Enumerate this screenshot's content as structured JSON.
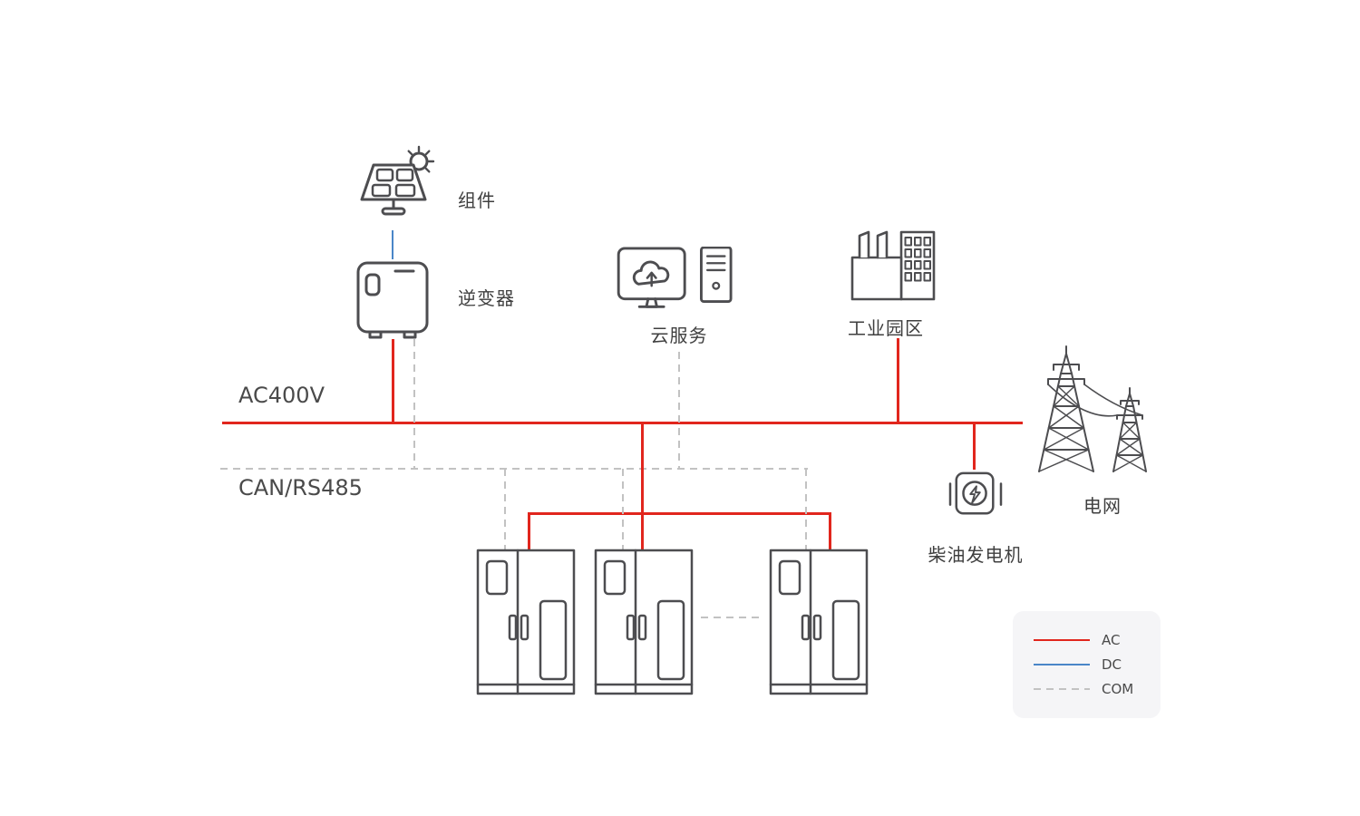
{
  "nodes": {
    "pv_module": {
      "label": "组件"
    },
    "inverter": {
      "label": "逆变器"
    },
    "cloud_service": {
      "label": "云服务"
    },
    "industrial_park": {
      "label": "工业园区"
    },
    "grid": {
      "label": "电网"
    },
    "diesel_generator": {
      "label": "柴油发电机"
    },
    "battery_cabinets": {
      "count": 3
    }
  },
  "buses": {
    "ac": {
      "label": "AC400V",
      "color": "#e1261d"
    },
    "com": {
      "label": "CAN/RS485",
      "color": "#c2c2c2"
    }
  },
  "legend": {
    "items": [
      {
        "label": "AC",
        "style": "solid",
        "color": "#e1261d"
      },
      {
        "label": "DC",
        "style": "solid",
        "color": "#4a86c8"
      },
      {
        "label": "COM",
        "style": "dashed",
        "color": "#c2c2c2"
      }
    ]
  },
  "colors": {
    "ac_line": "#e1261d",
    "dc_line": "#4a86c8",
    "com_line": "#c2c2c2",
    "icon_stroke": "#4d4d50",
    "text": "#3f3f3f",
    "legend_background": "#f5f5f7",
    "background": "#ffffff"
  }
}
